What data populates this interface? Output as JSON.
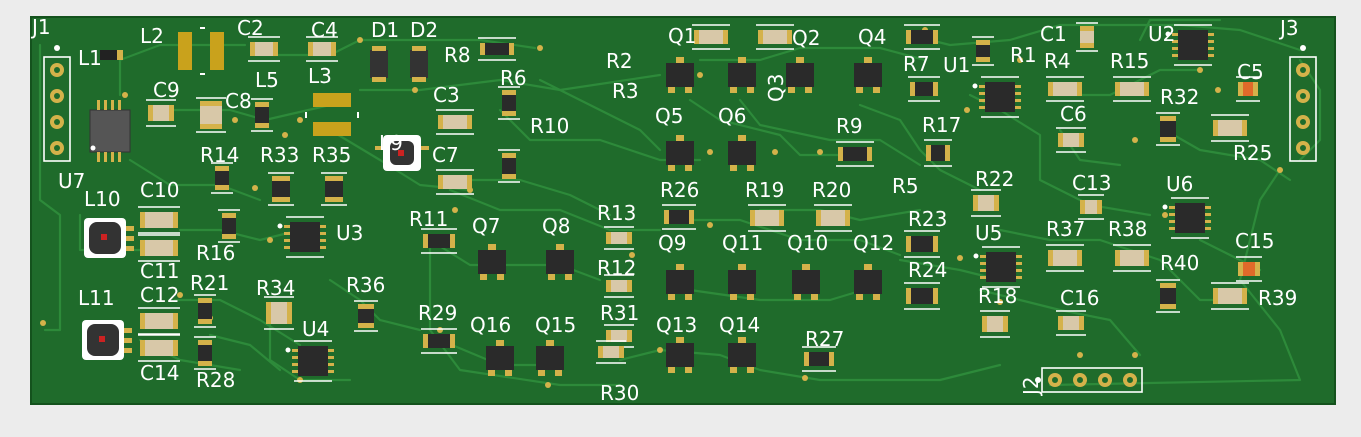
{
  "board": {
    "colors": {
      "background": "#ececec",
      "board": "#1f6b2b",
      "board_edge": "#14521d",
      "trace": "#2d8a3a",
      "silk": "#ffffff",
      "pad": "#d4b24a",
      "chip": "#2a2a2a",
      "body_tan": "#d8c8a8",
      "inductor": "#c9a21c",
      "orange": "#e06a2a"
    },
    "labels": [
      {
        "text": "J1"
      },
      {
        "text": "L1"
      },
      {
        "text": "L2"
      },
      {
        "text": "C2"
      },
      {
        "text": "C4"
      },
      {
        "text": "D1"
      },
      {
        "text": "D2"
      },
      {
        "text": "R8"
      },
      {
        "text": "R2"
      },
      {
        "text": "Q1"
      },
      {
        "text": "Q2"
      },
      {
        "text": "Q4"
      },
      {
        "text": "C1"
      },
      {
        "text": "U2"
      },
      {
        "text": "J3"
      },
      {
        "text": "R6"
      },
      {
        "text": "R3"
      },
      {
        "text": "R7"
      },
      {
        "text": "U1"
      },
      {
        "text": "R1"
      },
      {
        "text": "R4"
      },
      {
        "text": "R15"
      },
      {
        "text": "C5"
      },
      {
        "text": "L5"
      },
      {
        "text": "L3"
      },
      {
        "text": "Q3"
      },
      {
        "text": "C9"
      },
      {
        "text": "C8"
      },
      {
        "text": "C3"
      },
      {
        "text": "L9"
      },
      {
        "text": "R10"
      },
      {
        "text": "Q5"
      },
      {
        "text": "Q6"
      },
      {
        "text": "R9"
      },
      {
        "text": "R17"
      },
      {
        "text": "C6"
      },
      {
        "text": "R32"
      },
      {
        "text": "R25"
      },
      {
        "text": "R14"
      },
      {
        "text": "R33"
      },
      {
        "text": "R35"
      },
      {
        "text": "C7"
      },
      {
        "text": "U7"
      },
      {
        "text": "L10"
      },
      {
        "text": "C10"
      },
      {
        "text": "R26"
      },
      {
        "text": "R19"
      },
      {
        "text": "R20"
      },
      {
        "text": "R5"
      },
      {
        "text": "R22"
      },
      {
        "text": "C13"
      },
      {
        "text": "U6"
      },
      {
        "text": "R11"
      },
      {
        "text": "Q7"
      },
      {
        "text": "Q8"
      },
      {
        "text": "R13"
      },
      {
        "text": "R23"
      },
      {
        "text": "U3"
      },
      {
        "text": "R16"
      },
      {
        "text": "Q9"
      },
      {
        "text": "Q11"
      },
      {
        "text": "Q10"
      },
      {
        "text": "Q12"
      },
      {
        "text": "U5"
      },
      {
        "text": "R37"
      },
      {
        "text": "R38"
      },
      {
        "text": "C15"
      },
      {
        "text": "C11"
      },
      {
        "text": "R12"
      },
      {
        "text": "R24"
      },
      {
        "text": "R40"
      },
      {
        "text": "R21"
      },
      {
        "text": "R34"
      },
      {
        "text": "R36"
      },
      {
        "text": "R18"
      },
      {
        "text": "L11"
      },
      {
        "text": "C12"
      },
      {
        "text": "R29"
      },
      {
        "text": "R31"
      },
      {
        "text": "C16"
      },
      {
        "text": "R39"
      },
      {
        "text": "U4"
      },
      {
        "text": "Q16"
      },
      {
        "text": "Q15"
      },
      {
        "text": "Q13"
      },
      {
        "text": "Q14"
      },
      {
        "text": "R27"
      },
      {
        "text": "C14"
      },
      {
        "text": "R28"
      },
      {
        "text": "R30"
      },
      {
        "text": "J2"
      }
    ]
  }
}
